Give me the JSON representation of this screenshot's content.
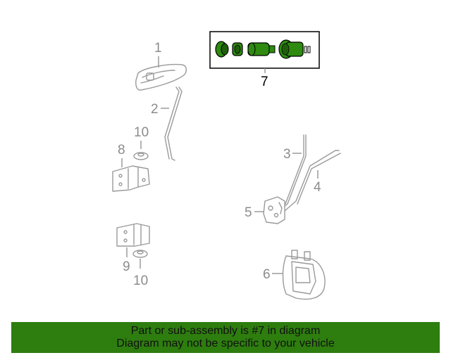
{
  "callouts": {
    "c1": "1",
    "c2": "2",
    "c3": "3",
    "c4": "4",
    "c5": "5",
    "c6": "6",
    "c7": "7",
    "c8": "8",
    "c9": "9",
    "c10a": "10",
    "c10b": "10"
  },
  "highlight_part": "7",
  "colors": {
    "highlight": "#2e8b10",
    "banner_bg": "#2e7d0f",
    "part_stroke": "#9a9a9a",
    "callout_text": "#8c8c8c"
  },
  "banner": {
    "line1": "Part or sub-assembly is #7 in diagram",
    "line2": "Diagram may not be specific to your vehicle"
  }
}
